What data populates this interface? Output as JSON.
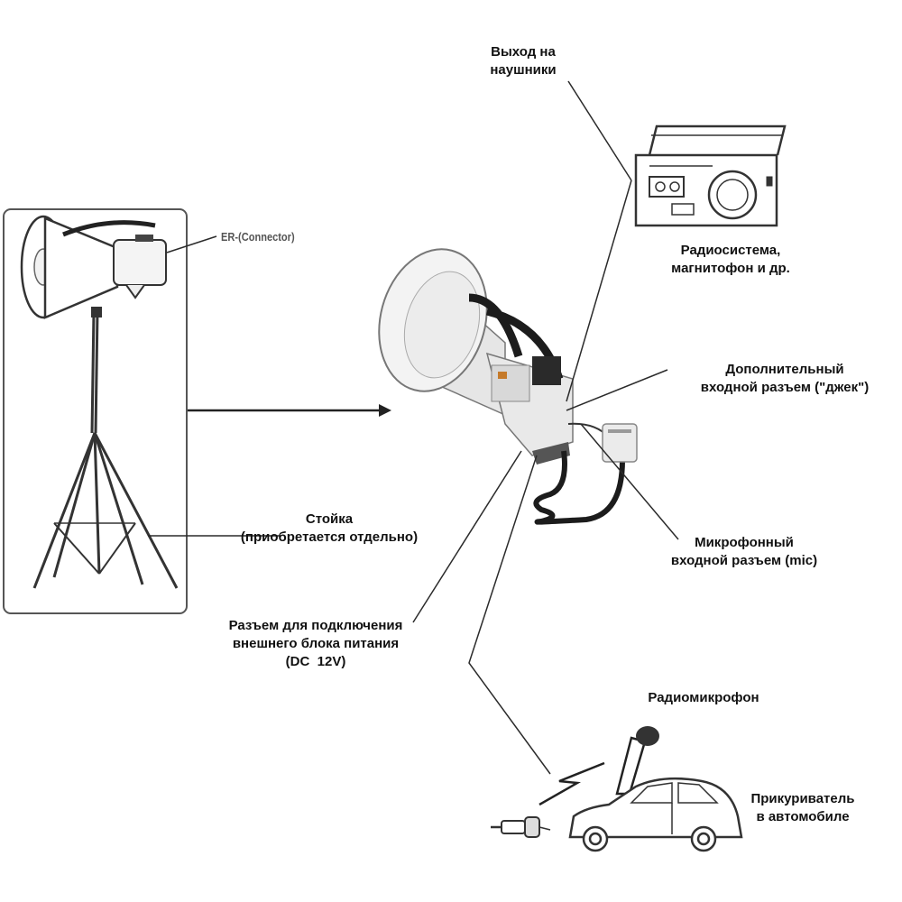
{
  "labels": {
    "headphones": [
      "Выход на",
      "наушники"
    ],
    "radio": [
      "Радиосистема,",
      "магнитофон и др."
    ],
    "extra_jack": [
      "Дополнительный",
      "входной разъем (\"джек\")"
    ],
    "mic_jack": [
      "Микрофонный",
      "входной разъем (mic)"
    ],
    "stand": [
      "Стойка",
      "(приобретается отдельно)"
    ],
    "power": [
      "Разъем для подключения",
      "внешнего блока питания",
      "(DC  12V)"
    ],
    "radio_mic": "Радиомикрофон",
    "cigarette": [
      "Прикуриватель",
      "в автомобиле"
    ],
    "er_connector": "ER-(Connector)"
  },
  "colors": {
    "line": "#2b2b2b",
    "body": "#e9e9e9",
    "dark": "#1c1c1c",
    "frame": "#555555"
  },
  "icons": [
    "megaphone-on-tripod",
    "megaphone",
    "radio-cassette-player",
    "microphone-handset",
    "wireless-microphone",
    "car",
    "cigarette-lighter-plug",
    "lightning-bolt"
  ]
}
